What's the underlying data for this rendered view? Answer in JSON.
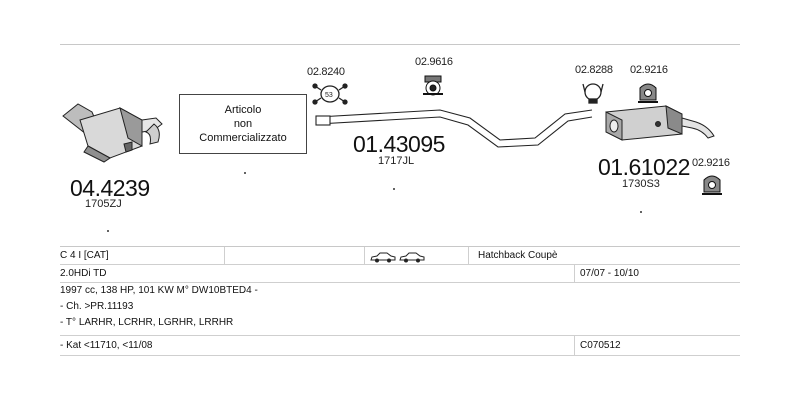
{
  "diagram": {
    "notice": {
      "line1": "Articolo",
      "line2": "non",
      "line3": "Commercializzato"
    },
    "parts": [
      {
        "number": "04.4239",
        "code": "1705ZJ"
      },
      {
        "number": "01.43095",
        "code": "1717JL"
      },
      {
        "number": "01.61022",
        "code": "1730S3"
      }
    ],
    "accessories": [
      "02.8240",
      "02.9616",
      "02.8288",
      "02.9216",
      "02.9216"
    ],
    "clamp_label": "53"
  },
  "table": {
    "row1": {
      "model": "C 4 I [CAT]",
      "body": "Hatchback Coupè"
    },
    "row2": {
      "engine": "2.0HDi TD",
      "dates": "07/07 - 10/10"
    },
    "row3": {
      "line1": "1997 cc, 138 HP, 101 KW M° DW10BTED4 -",
      "line2": "- Ch. >PR.11193",
      "line3": "- T° LARHR, LCRHR, LGRHR, LRRHR"
    },
    "row4": {
      "note": "- Kat <11710, <11/08",
      "code": "C070512"
    }
  }
}
